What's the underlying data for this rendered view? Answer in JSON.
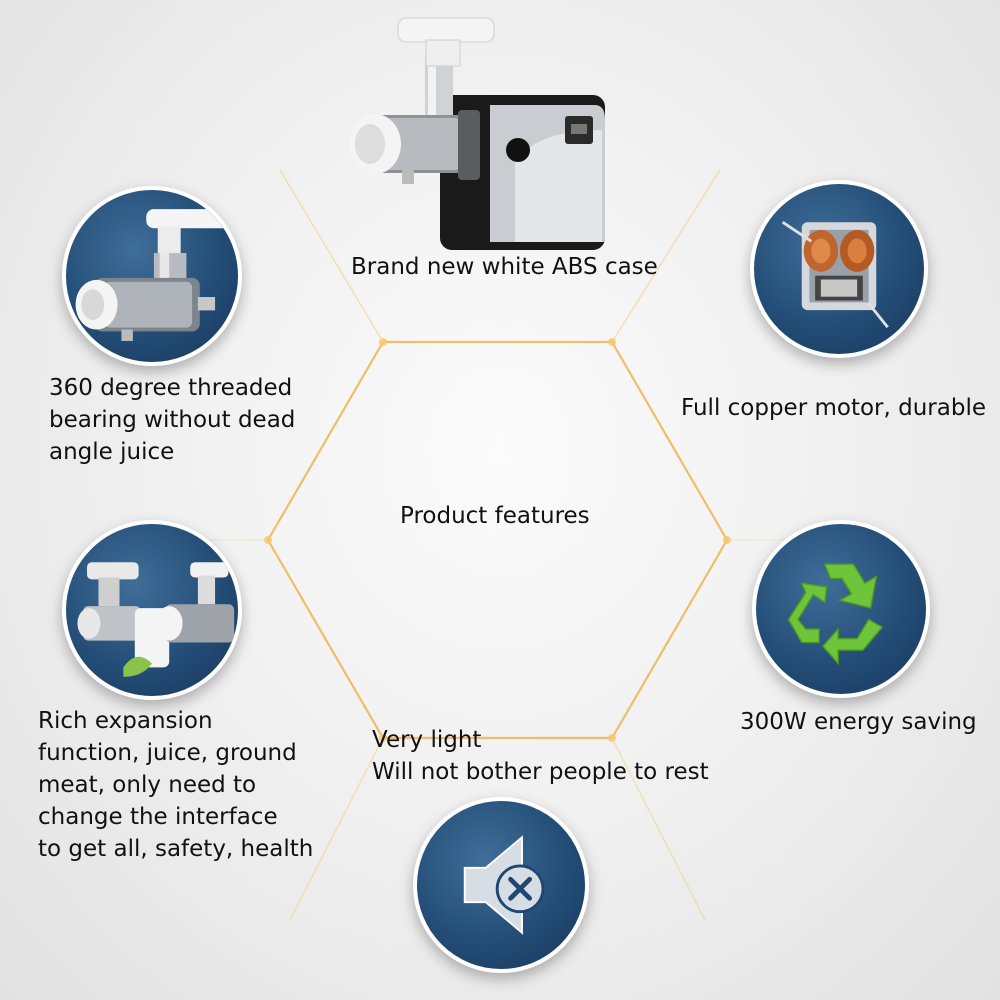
{
  "center": {
    "title": "Product features"
  },
  "hero": {
    "icon": "juicer-machine",
    "caption": "Brand new white ABS case"
  },
  "features": [
    {
      "icon": "threaded-juicer-head",
      "text": "360 degree threaded\nbearing without dead\nangle juice"
    },
    {
      "icon": "copper-motor",
      "text": "Full copper motor, durable"
    },
    {
      "icon": "expansion-attachments",
      "text": "Rich expansion\nfunction, juice, ground\nmeat, only need to\nchange the interface\nto get all, safety, health"
    },
    {
      "icon": "recycle",
      "text": "300W energy saving"
    },
    {
      "icon": "mute-speaker",
      "text": "Very light\nWill not bother people to rest"
    }
  ],
  "colors": {
    "circle_fill": "#234d77",
    "circle_border": "#ffffff",
    "hexagon_line": "#f0b855",
    "recycle_green": "#6fc53a",
    "copper": "#c0652e"
  }
}
